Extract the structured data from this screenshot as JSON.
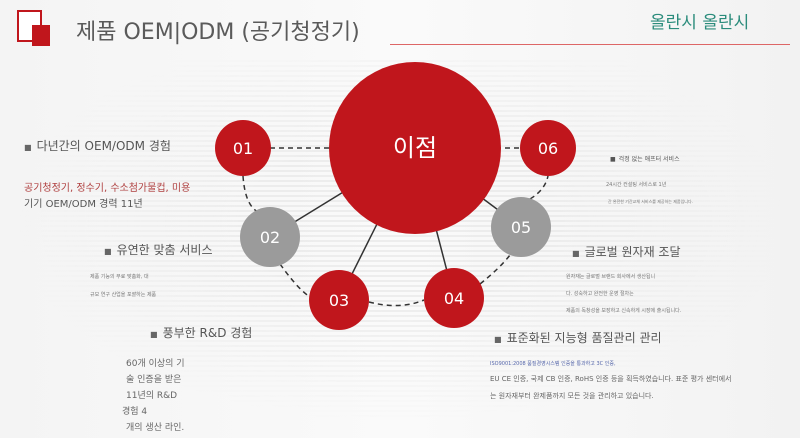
{
  "header": {
    "title": "제품 OEM|ODM (공기청정기)",
    "brand": "올란시 올란시"
  },
  "diagram": {
    "center": "이점",
    "nodes": [
      "01",
      "02",
      "03",
      "04",
      "05",
      "06"
    ],
    "colors": {
      "red": "#c0161c",
      "gray": "#9b9b9b"
    }
  },
  "features": [
    {
      "title": "다년간의 OEM/ODM 경험",
      "lines": [
        "공기청정기, 정수기, 수소첨가물컵, 미용",
        "기기 OEM/ODM 경력 11년"
      ]
    },
    {
      "title": "유연한 맞춤 서비스",
      "lines": [
        "제품 기능의 무료 맞춤화, 대",
        "규모 연구 산업을 포괄하는 제품"
      ]
    },
    {
      "title": "풍부한 R&D 경험",
      "lines": [
        "60개 이상의 기",
        "술 인증을 받은",
        "11년의 R&D",
        "경험 4",
        "개의 생산 라인."
      ]
    },
    {
      "title": "표준화된 지능형 품질관리 관리",
      "lines": [
        "ISO9001:2008 품질경영시스템 인증을 통과하고 3C 인증,",
        "EU CE 인증, 국제 CB 인증, RoHS 인증 등을 획득하였습니다. 표준 평가 센터에서",
        "는 원자재부터 완제품까지 모든 것을 관리하고 있습니다."
      ]
    },
    {
      "title": "글로벌 원자재 조달",
      "lines": [
        "원자재는 글로벌 브랜드 회사에서 생산됩니",
        "다. 성숙하고 완전한 운영 절차는",
        "제품의 독창성을 보장하고 신속하게 시장에 출시됩니다."
      ]
    },
    {
      "title": "걱정 없는 애프터 서비스",
      "lines": [
        "24시간 컨설팅 서비스로 1년",
        "간 완전한 기간교체 서비스를 제공하는 제품입니다."
      ]
    }
  ]
}
